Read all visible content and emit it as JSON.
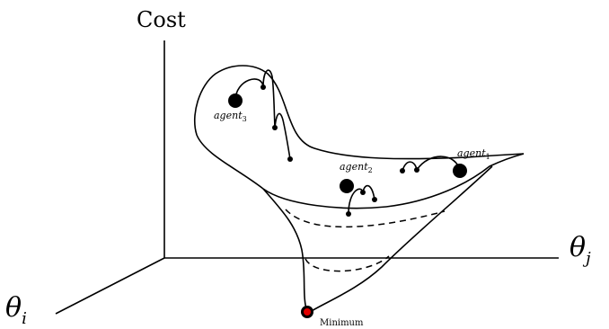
{
  "axes": {
    "vertical_label": "Cost",
    "theta_j": {
      "symbol": "θ",
      "subscript": "j"
    },
    "theta_i": {
      "symbol": "θ",
      "subscript": "i"
    }
  },
  "agents": [
    {
      "name": "agent",
      "subscript": "3"
    },
    {
      "name": "agent",
      "subscript": "2"
    },
    {
      "name": "agent",
      "subscript": "1"
    }
  ],
  "minimum": {
    "label": "Minimum",
    "color": "#e00000"
  },
  "colors": {
    "ink": "#000000",
    "background": "#ffffff"
  }
}
